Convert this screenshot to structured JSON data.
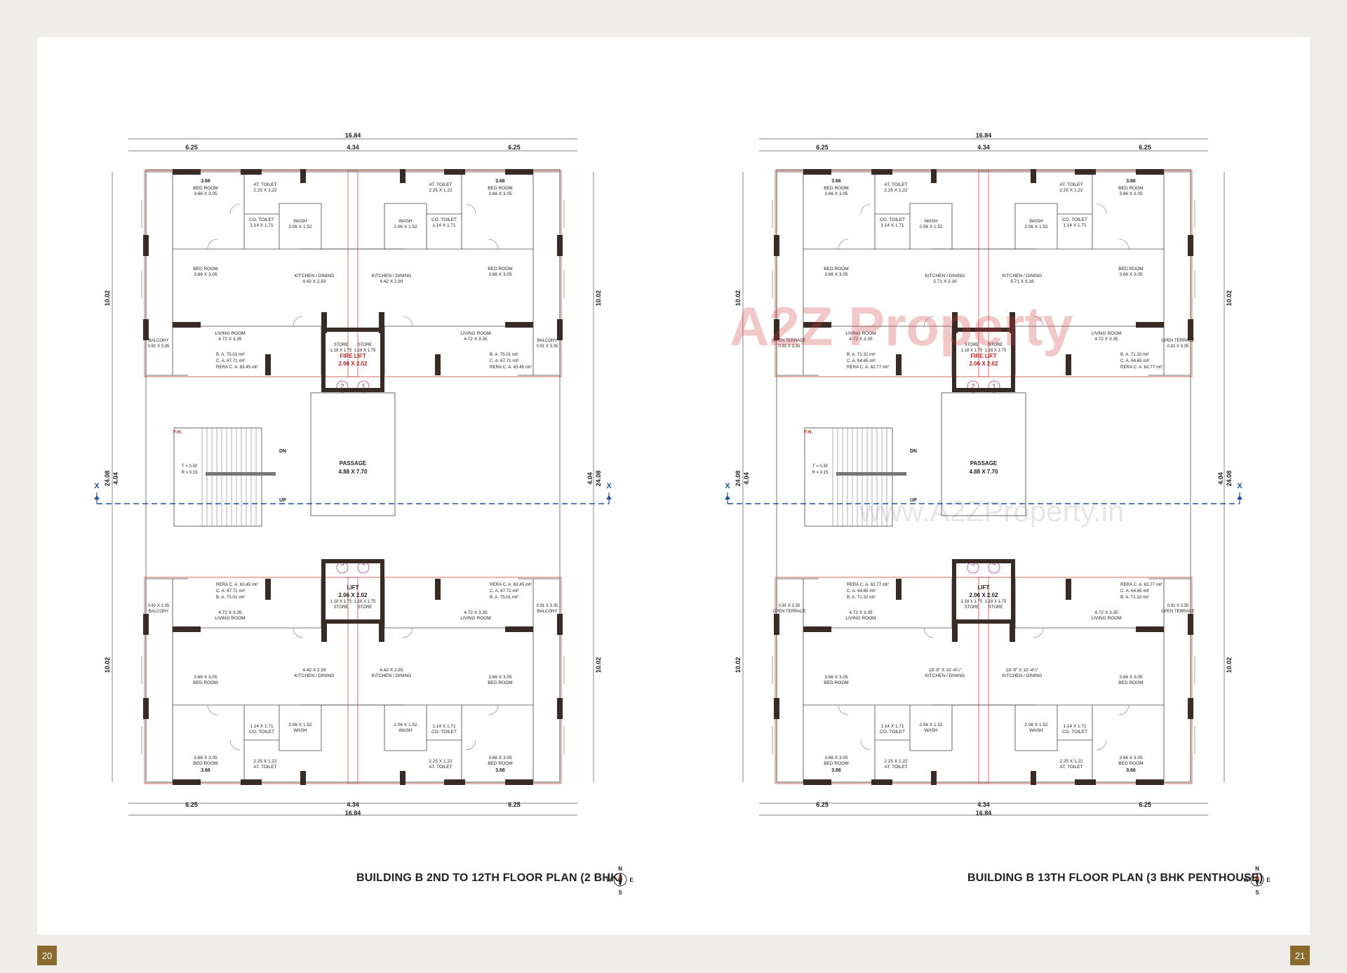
{
  "plans": [
    {
      "caption": "BUILDING B 2ND TO 12TH FLOOR PLAN (2 BHK)",
      "top_dims": [
        "16.84",
        "6.25",
        "4.34",
        "6.25"
      ],
      "bottom_dims": [
        "6.25",
        "4.34",
        "6.25",
        "16.84"
      ],
      "side_dims": [
        "10.02",
        "24.08",
        "4.04"
      ],
      "section_mark": "X",
      "core": {
        "lift_top": "FIRE LIFT",
        "lift_top_size": "2.06 X 2.02",
        "lift_bottom": "LIFT",
        "lift_bottom_size": "2.06 X 2.02",
        "passage": "PASSAGE",
        "passage_size": "4.88 X 7.70",
        "stair": {
          "t": "T = 0.30",
          "r": "R = 0.15",
          "dn": "DN",
          "up": "UP"
        },
        "fh": "F.H."
      },
      "units": [
        {
          "no": "1",
          "bed1": "BED ROOM",
          "bed1_size": "3.66 X 3.05",
          "bed2": "BED ROOM",
          "bed2_size": "3.66 X 3.05",
          "toilet": "AT. TOILET",
          "toilet_size": "2.25 X 1.22",
          "co_toilet": "CO. TOILET",
          "co_toilet_size": "1.14 X 1.71",
          "wash": "WASH",
          "wash_size": "2.06 X 1.52",
          "kitchen": "KITCHEN / DINING",
          "kitchen_size": "4.42 X 2.93",
          "living": "LIVING ROOM",
          "living_size": "4.72 X 3.35",
          "balcony": "BALCONY",
          "balcony_size": "0.91 X 3.35",
          "store": "STORE",
          "store_size": "1.18 X 1.75",
          "ba": "B. A.  75.01 mt²",
          "ca": "C. A.  67.71 mt²",
          "rera": "RERA C. A.  63.45 mt²"
        },
        {
          "no": "2",
          "bed1": "BED ROOM",
          "bed1_size": "3.66 X 3.05",
          "bed2": "BED ROOM",
          "bed2_size": "3.66 X 3.05",
          "toilet": "AT. TOILET",
          "toilet_size": "2.25 X 1.22",
          "co_toilet": "CO. TOILET",
          "co_toilet_size": "1.14 X 1.71",
          "wash": "WASH",
          "wash_size": "2.06 X 1.52",
          "kitchen": "KITCHEN / DINING",
          "kitchen_size": "4.42 X 2.93",
          "living": "LIVING ROOM",
          "living_size": "4.72 X 3.35",
          "balcony": "BALCONY",
          "balcony_size": "0.91 X 3.35",
          "store": "STORE",
          "store_size": "1.18 X 1.75",
          "ba": "B. A.  75.01 mt²",
          "ca": "C. A.  67.71 mt²",
          "rera": "RERA C. A.  63.45 mt²"
        },
        {
          "no": "4",
          "bed1": "BED ROOM",
          "bed1_size": "3.66 X 3.05",
          "bed2": "BED ROOM",
          "bed2_size": "3.66 X 3.05",
          "toilet": "AT. TOILET",
          "toilet_size": "2.25 X 1.22",
          "co_toilet": "CO. TOILET",
          "co_toilet_size": "1.14 X 1.71",
          "wash": "WASH",
          "wash_size": "2.06 X 1.52",
          "kitchen": "KITCHEN / DINING",
          "kitchen_size": "4.42 X 2.93",
          "living": "LIVING ROOM",
          "living_size": "4.72 X 3.35",
          "balcony": "BALCONY",
          "balcony_size": "0.91 X 3.35",
          "store": "STORE",
          "store_size": "1.18 X 1.75",
          "ba": "B. A.  75.01 mt²",
          "ca": "C. A.  67.71 mt²",
          "rera": "RERA C. A.  63.45 mt²"
        },
        {
          "no": "3",
          "bed1": "BED ROOM",
          "bed1_size": "3.66 X 3.05",
          "bed2": "BED ROOM",
          "bed2_size": "3.66 X 3.05",
          "toilet": "AT. TOILET",
          "toilet_size": "2.25 X 1.22",
          "co_toilet": "CO. TOILET",
          "co_toilet_size": "1.14 X 1.71",
          "wash": "WASH",
          "wash_size": "2.06 X 1.52",
          "kitchen": "KITCHEN / DINING",
          "kitchen_size": "4.42 X 2.93",
          "living": "LIVING ROOM",
          "living_size": "4.72 X 3.35",
          "balcony": "BALCONY",
          "balcony_size": "0.91 X 3.35",
          "store": "STORE",
          "store_size": "1.18 X 1.75",
          "ba": "B. A.  75.01 mt²",
          "ca": "C. A.  67.71 mt²",
          "rera": "RERA C. A.  63.45 mt²"
        }
      ]
    },
    {
      "caption": "BUILDING B 13TH FLOOR PLAN (3 BHK PENTHOUSE)",
      "top_dims": [
        "16.84",
        "6.25",
        "4.34",
        "6.25"
      ],
      "bottom_dims": [
        "6.25",
        "4.34",
        "6.25",
        "16.84"
      ],
      "side_dims": [
        "10.02",
        "24.08",
        "4.04"
      ],
      "section_mark": "X",
      "core": {
        "lift_top": "FIRE LIFT",
        "lift_top_size": "2.06 X 2.02",
        "lift_bottom": "LIFT",
        "lift_bottom_size": "2.06 X 2.02",
        "passage": "PASSAGE",
        "passage_size": "4.88 X 7.70",
        "stair": {
          "t": "T = 0.30",
          "r": "R = 0.15",
          "dn": "DN",
          "up": "UP"
        },
        "fh": "F.H."
      },
      "units": [
        {
          "no": "1",
          "bed1": "BED ROOM",
          "bed1_size": "3.66 X 3.05",
          "bed2": "BED ROOM",
          "bed2_size": "3.66 X 3.05",
          "toilet": "AT. TOILET",
          "toilet_size": "2.25 X 1.22",
          "co_toilet": "CO. TOILET",
          "co_toilet_size": "1.14 X 1.71",
          "wash": "WASH",
          "wash_size": "2.06 X 1.52",
          "kitchen": "KITCHEN / DINING",
          "kitchen_size": "5.71 X 3.16",
          "living": "LIVING ROOM",
          "living_size": "4.72 X 3.35",
          "balcony": "OPEN TERRACE",
          "balcony_size": "0.91 X 3.35",
          "store": "STORE",
          "store_size": "1.18 X 1.75",
          "ba": "B. A.  71.32 mt²",
          "ca": "C. A.  64.65 mt²",
          "rera": "RERA C. A.  62.77 mt²"
        },
        {
          "no": "2",
          "bed1": "BED ROOM",
          "bed1_size": "3.66 X 3.05",
          "bed2": "BED ROOM",
          "bed2_size": "3.66 X 3.05",
          "toilet": "AT. TOILET",
          "toilet_size": "2.25 X 1.22",
          "co_toilet": "CO. TOILET",
          "co_toilet_size": "1.14 X 1.71",
          "wash": "WASH",
          "wash_size": "2.06 X 1.52",
          "kitchen": "KITCHEN / DINING",
          "kitchen_size": "5.71 X 3.16",
          "living": "LIVING ROOM",
          "living_size": "4.72 X 3.35",
          "balcony": "OPEN TERRACE",
          "balcony_size": "0.91 X 3.35",
          "store": "STORE",
          "store_size": "1.18 X 1.75",
          "ba": "B. A.  71.32 mt²",
          "ca": "C. A.  64.65 mt²",
          "rera": "RERA C. A.  62.77 mt²"
        },
        {
          "no": "4",
          "bed1": "BED ROOM",
          "bed1_size": "3.66 X 3.05",
          "bed2": "BED ROOM",
          "bed2_size": "3.66 X 3.05",
          "toilet": "AT. TOILET",
          "toilet_size": "2.25 X 1.22",
          "co_toilet": "CO. TOILET",
          "co_toilet_size": "1.14 X 1.71",
          "wash": "WASH",
          "wash_size": "2.06 X 1.52",
          "kitchen": "KITCHEN / DINING",
          "kitchen_size": "18'-9\" X 10'-4¼\"",
          "living": "LIVING ROOM",
          "living_size": "4.72 X 3.35",
          "balcony": "OPEN TERRACE",
          "balcony_size": "0.91 X 3.35",
          "store": "STORE",
          "store_size": "1.18 X 1.75",
          "ba": "B. A.  71.32 mt²",
          "ca": "C. A.  64.65 mt²",
          "rera": "RERA C. A.  62.77 mt²"
        },
        {
          "no": "3",
          "bed1": "BED ROOM",
          "bed1_size": "3.66 X 3.05",
          "bed2": "BED ROOM",
          "bed2_size": "3.66 X 3.05",
          "toilet": "AT. TOILET",
          "toilet_size": "2.25 X 1.22",
          "co_toilet": "CO. TOILET",
          "co_toilet_size": "1.14 X 1.71",
          "wash": "WASH",
          "wash_size": "2.06 X 1.52",
          "kitchen": "KITCHEN / DINING",
          "kitchen_size": "18'-9\" X 10'-4¼\"",
          "living": "LIVING ROOM",
          "living_size": "4.72 X 3.35",
          "balcony": "OPEN TERRACE",
          "balcony_size": "0.91 X 3.35",
          "store": "STORE",
          "store_size": "1.18 X 1.75",
          "ba": "B. A.  71.32 mt²",
          "ca": "C. A.  64.65 mt²",
          "rera": "RERA C. A.  62.77 mt²"
        }
      ]
    }
  ],
  "compass": {
    "n": "N",
    "s": "S",
    "e": "E",
    "w": "W"
  },
  "page_numbers": {
    "left": "20",
    "right": "21"
  },
  "watermark": {
    "logo": "A2Z Property",
    "url": "www.A2ZProperty.in"
  },
  "colors": {
    "wall": "#3a2a24",
    "lift_label": "#c81e1e",
    "section_line": "#1f4fa8",
    "unit_circle": "#b03cb0",
    "page_badge": "#8a6a2c"
  }
}
